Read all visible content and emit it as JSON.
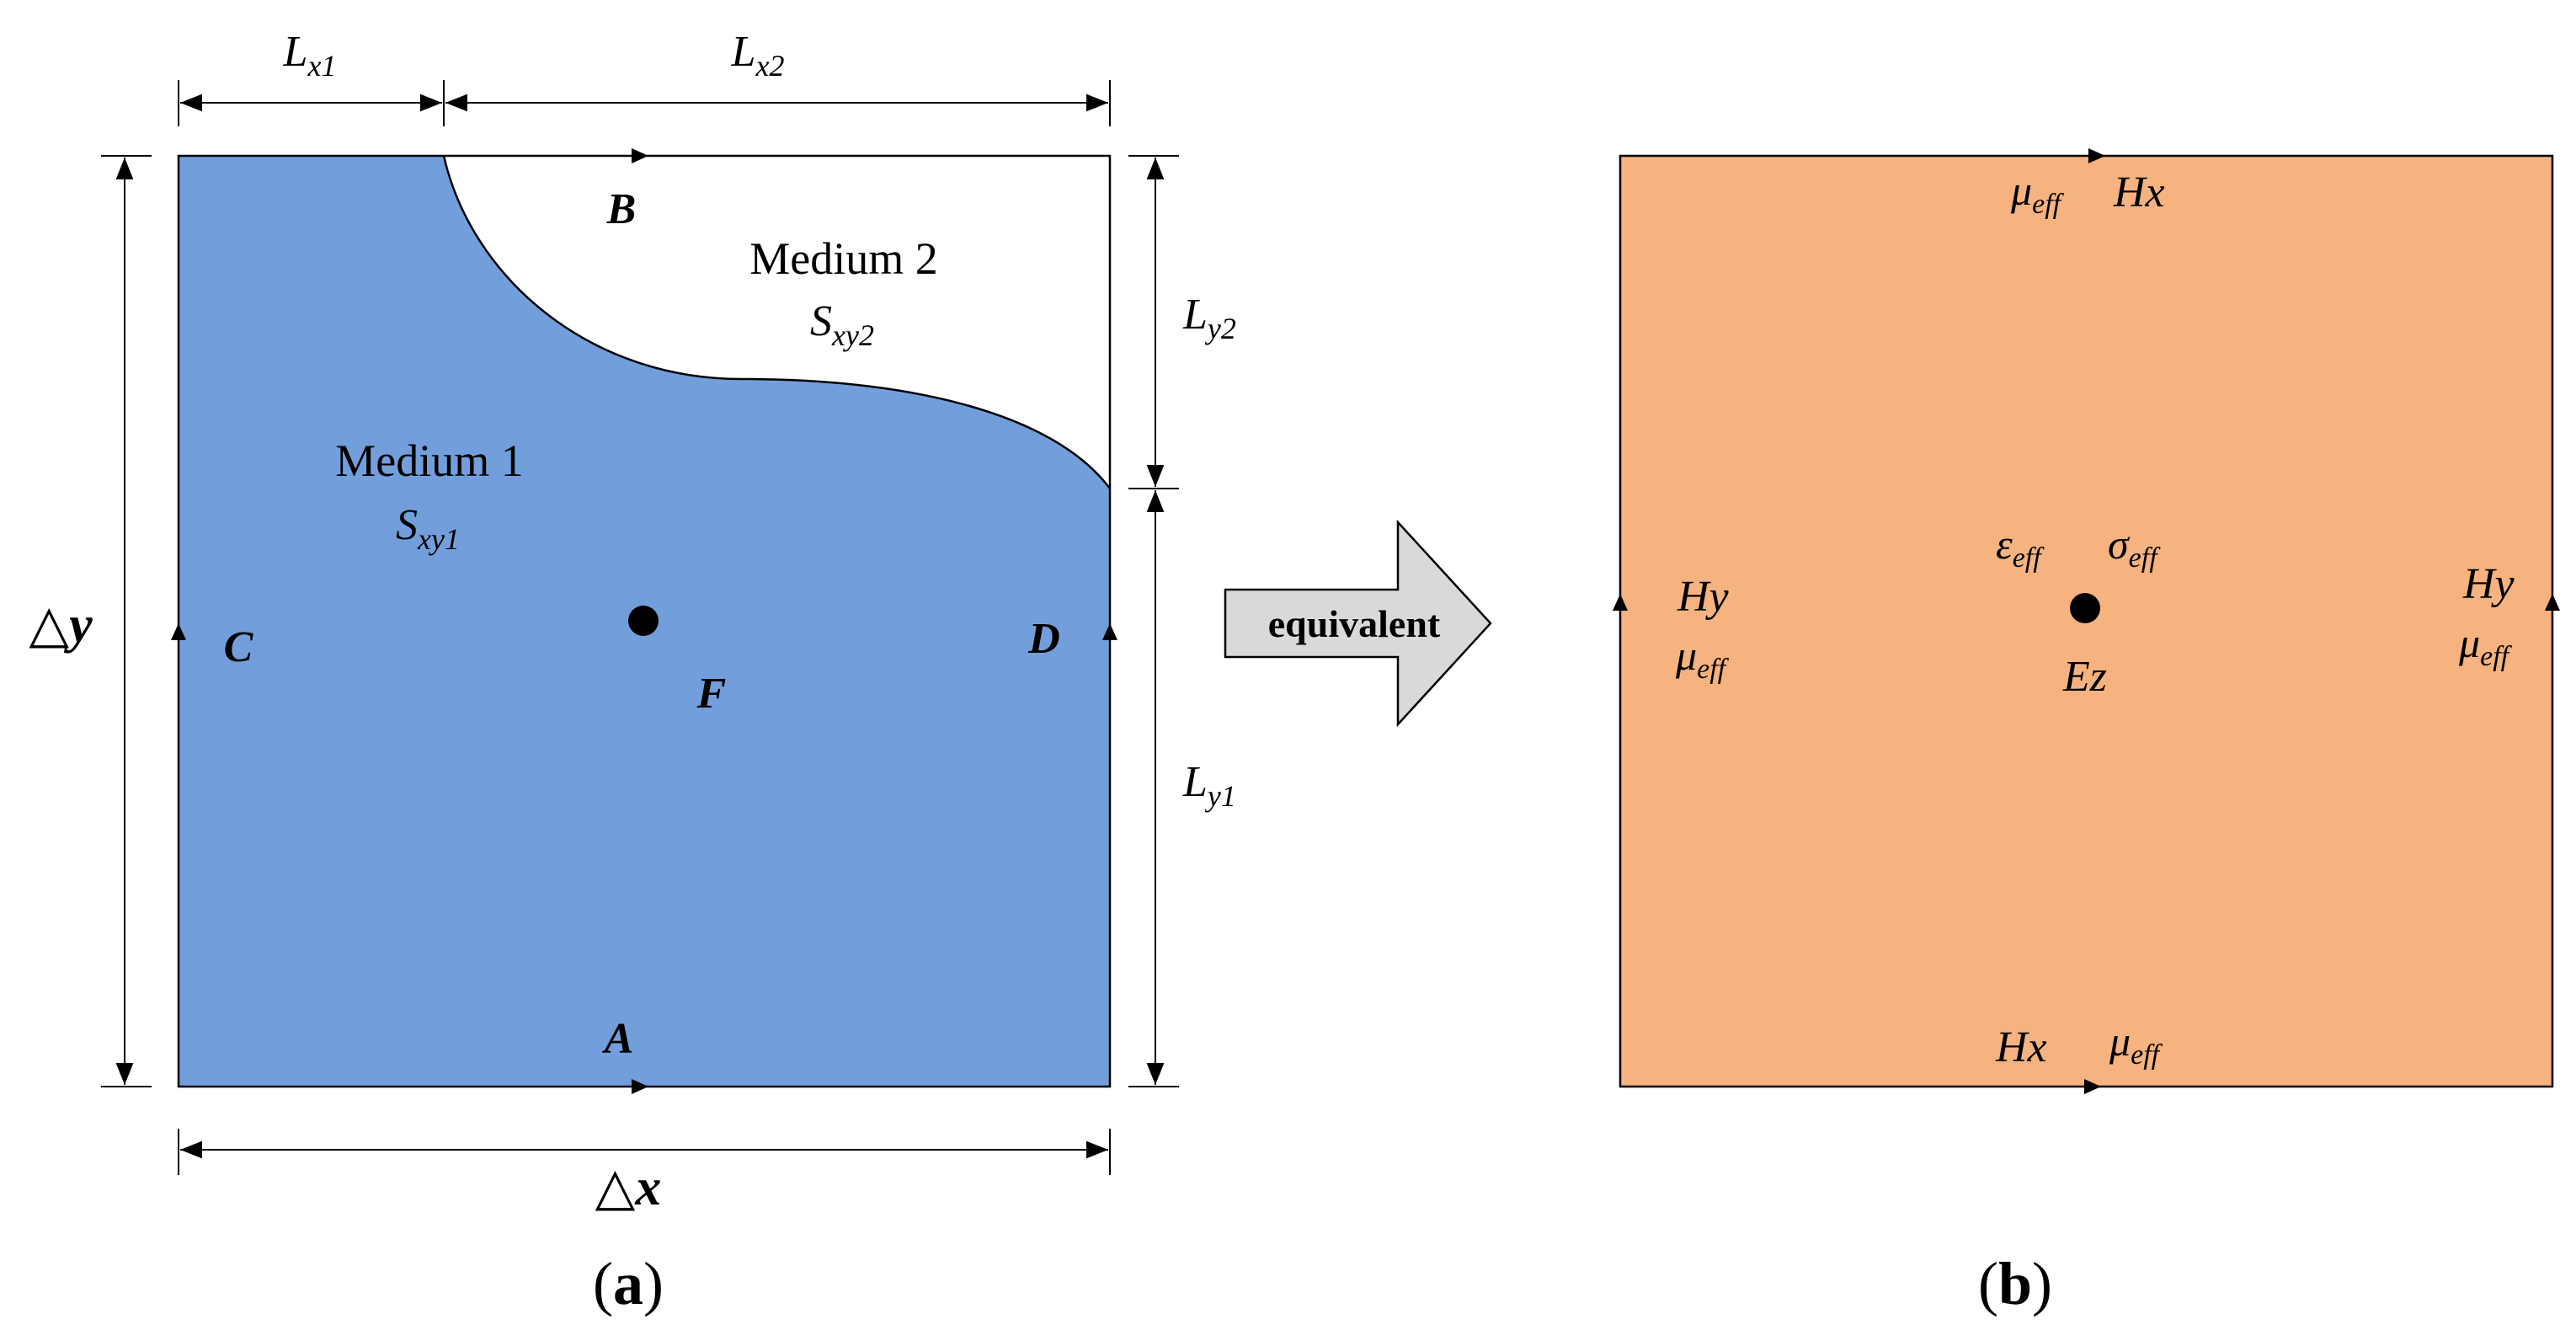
{
  "colors": {
    "medium1": "#729fdc",
    "medium2": "#ffffff",
    "effective": "#f6b37f",
    "arrow_fill": "#d9d9d9",
    "stroke": "#000000"
  },
  "panel_a": {
    "dimensions": {
      "lx1": {
        "main": "L",
        "sub": "x1"
      },
      "lx2": {
        "main": "L",
        "sub": "x2"
      },
      "ly1": {
        "main": "L",
        "sub": "y1"
      },
      "ly2": {
        "main": "L",
        "sub": "y2"
      },
      "dy": {
        "sym": "△",
        "var": "y"
      },
      "dx": {
        "sym": "△",
        "var": "x"
      }
    },
    "medium1": {
      "name": "Medium 1",
      "area_main": "S",
      "area_sub": "xy1"
    },
    "medium2": {
      "name": "Medium 2",
      "area_main": "S",
      "area_sub": "xy2"
    },
    "points": {
      "a": "A",
      "b": "B",
      "c": "C",
      "d": "D",
      "f": "F"
    },
    "caption": {
      "open": "(",
      "letter": "a",
      "close": ")"
    }
  },
  "equivalent_label": "equivalent",
  "panel_b": {
    "top": {
      "mu": "μ",
      "mu_sub": "eff",
      "field": "Hx"
    },
    "bottom": {
      "field": "Hx",
      "mu": "μ",
      "mu_sub": "eff"
    },
    "left": {
      "field": "Hy",
      "mu": "μ",
      "mu_sub": "eff"
    },
    "right": {
      "field": "Hy",
      "mu": "μ",
      "mu_sub": "eff"
    },
    "center": {
      "eps": "ε",
      "eps_sub": "eff",
      "sigma": "σ",
      "sigma_sub": "eff",
      "field": "Ez"
    },
    "caption": {
      "open": "(",
      "letter": "b",
      "close": ")"
    }
  }
}
